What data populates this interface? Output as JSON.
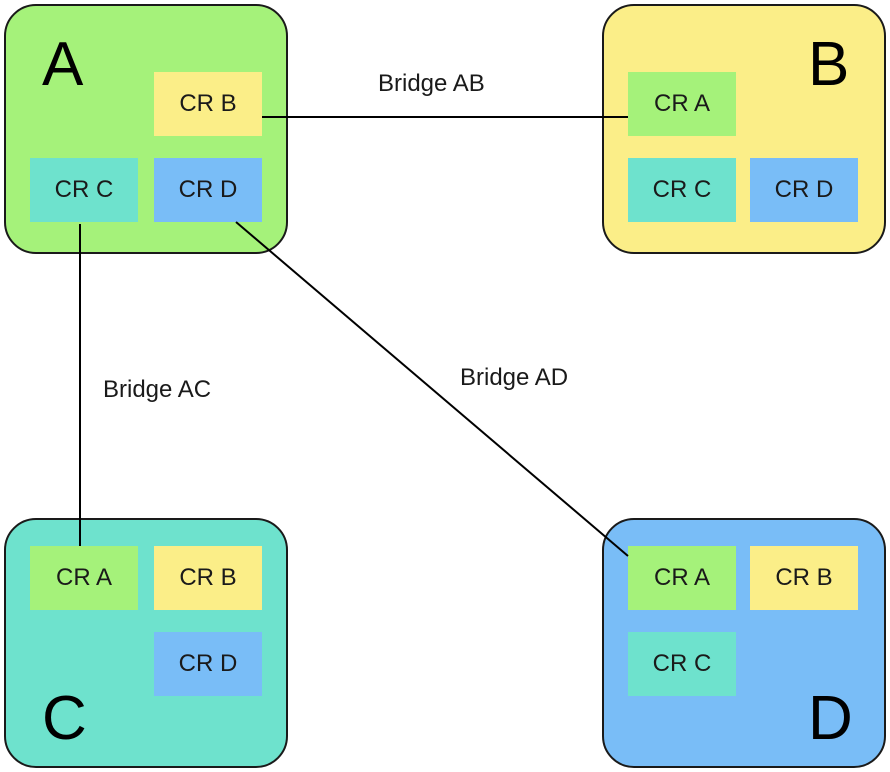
{
  "colors": {
    "green": "#a5f27a",
    "yellow": "#fbee88",
    "teal": "#6ee2cd",
    "blue": "#79bdf7",
    "outline": "#1a1a1a",
    "line": "#000000"
  },
  "nodes": {
    "a": {
      "letter": "A",
      "cr_b": "CR B",
      "cr_c": "CR C",
      "cr_d": "CR D"
    },
    "b": {
      "letter": "B",
      "cr_a": "CR A",
      "cr_c": "CR C",
      "cr_d": "CR D"
    },
    "c": {
      "letter": "C",
      "cr_a": "CR A",
      "cr_b": "CR B",
      "cr_d": "CR D"
    },
    "d": {
      "letter": "D",
      "cr_a": "CR A",
      "cr_b": "CR B",
      "cr_c": "CR C"
    }
  },
  "bridges": {
    "ab": "Bridge AB",
    "ac": "Bridge AC",
    "ad": "Bridge AD"
  }
}
